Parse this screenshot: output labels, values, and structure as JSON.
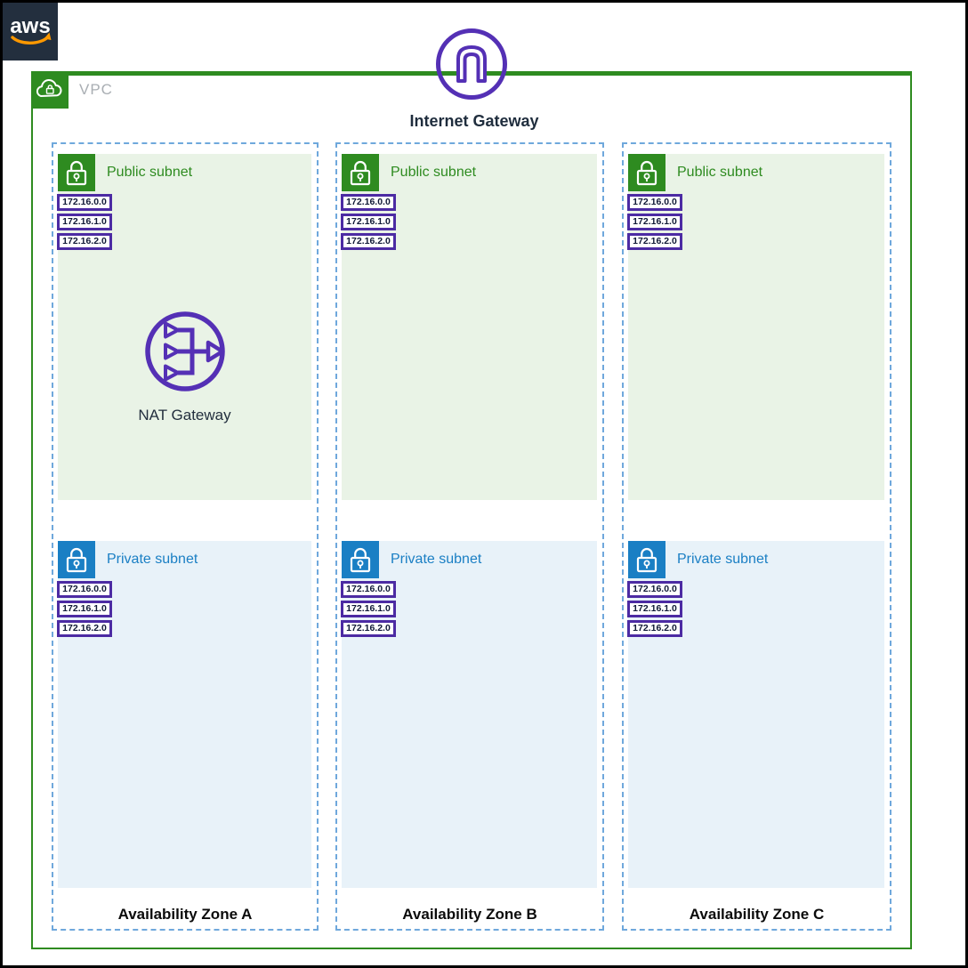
{
  "aws_logo": {
    "text": "aws"
  },
  "vpc": {
    "label": "VPC"
  },
  "internet_gateway": {
    "label": "Internet Gateway"
  },
  "availability_zones": [
    {
      "label": "Availability Zone A",
      "public_subnet": {
        "label": "Public subnet",
        "cidrs": [
          "172.16.0.0",
          "172.16.1.0",
          "172.16.2.0"
        ]
      },
      "private_subnet": {
        "label": "Private subnet",
        "cidrs": [
          "172.16.0.0",
          "172.16.1.0",
          "172.16.2.0"
        ]
      },
      "nat_gateway": {
        "label": "NAT Gateway"
      }
    },
    {
      "label": "Availability Zone B",
      "public_subnet": {
        "label": "Public subnet",
        "cidrs": [
          "172.16.0.0",
          "172.16.1.0",
          "172.16.2.0"
        ]
      },
      "private_subnet": {
        "label": "Private subnet",
        "cidrs": [
          "172.16.0.0",
          "172.16.1.0",
          "172.16.2.0"
        ]
      }
    },
    {
      "label": "Availability Zone C",
      "public_subnet": {
        "label": "Public subnet",
        "cidrs": [
          "172.16.0.0",
          "172.16.1.0",
          "172.16.2.0"
        ]
      },
      "private_subnet": {
        "label": "Private subnet",
        "cidrs": [
          "172.16.0.0",
          "172.16.1.0",
          "172.16.2.0"
        ]
      }
    }
  ],
  "colors": {
    "vpc_green": "#2E8B20",
    "public_subnet_bg": "#E9F3E6",
    "private_blue": "#1A7FC4",
    "private_subnet_bg": "#E8F2F9",
    "icon_purple": "#5430B5",
    "cidr_border_purple": "#4C2BA3",
    "az_dash_blue": "#6FA8DC",
    "aws_dark": "#232F3E",
    "aws_orange": "#FF9900"
  }
}
